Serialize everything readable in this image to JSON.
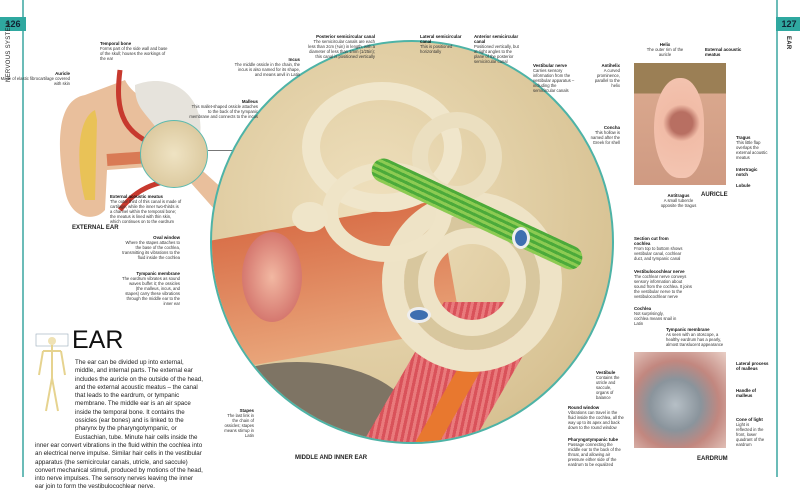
{
  "pages": {
    "left_number": "126",
    "right_number": "127",
    "left_section": "NERVOUS SYSTEM",
    "right_section": "EAR"
  },
  "headings": {
    "main": "EAR",
    "external_ear": "EXTERNAL EAR",
    "middle_inner_ear": "MIDDLE AND INNER EAR",
    "auricle": "AURICLE",
    "eardrum": "EARDRUM"
  },
  "body_text": "The ear can be divided up into external, middle, and internal parts. The external ear includes the auricle on the outside of the head, and the external acoustic meatus – the canal that leads to the eardrum, or tympanic membrane. The middle ear is an air space inside the temporal bone. It contains the ossicles (ear bones) and is linked to the pharynx by the pharyngotympanic, or Eustachian, tube. Minute hair cells inside the inner ear convert vibrations in the fluid within the cochlea into an electrical nerve impulse. Similar hair cells in the vestibular apparatus (the semicircular canals, utricle, and saccule) convert mechanical stimuli, produced by motions of the head, into nerve impulses. The sensory nerves leaving the inner ear join to form the vestibulocochlear nerve.",
  "labels": {
    "temporal_bone": {
      "title": "Temporal bone",
      "desc": "Forms part of the side wall and base of the skull; houses the workings of the ear"
    },
    "auricle": {
      "title": "Auricle",
      "desc": "Made of elastic fibrocartilage covered with skin"
    },
    "malleus": {
      "title": "Malleus",
      "desc": "This mallet-shaped ossicle attaches to the back of the tympanic membrane and connects to the incus"
    },
    "incus": {
      "title": "Incus",
      "desc": "The middle ossicle in the chain, the incus is also named for its shape, and means anvil in Latin"
    },
    "posterior_canal": {
      "title": "Posterior semicircular canal",
      "desc": "The semicircular canals are each less than 2cm (¾in) in length, with a diameter of less than 1mm (1/25in); this canal is positioned vertically"
    },
    "lateral_canal": {
      "title": "Lateral semicircular canal",
      "desc": "This is positioned horizontally"
    },
    "anterior_canal": {
      "title": "Anterior semicircular canal",
      "desc": "Positioned vertically, but at right angles to the plane of the posterior semicircular canal"
    },
    "vestibular_nerve": {
      "title": "Vestibular nerve",
      "desc": "Carries sensory information from the vestibular apparatus – including the semicircular canals"
    },
    "antihelix": {
      "title": "Antihelix",
      "desc": "A curved prominence, parallel to the helix"
    },
    "helix": {
      "title": "Helix",
      "desc": "The outer rim of the auricle"
    },
    "ext_meatus_auricle": {
      "title": "External acoustic meatus",
      "desc": ""
    },
    "concha": {
      "title": "Concha",
      "desc": "This hollow is named after the Greek for shell"
    },
    "tragus": {
      "title": "Tragus",
      "desc": "This little flap overlaps the external acoustic meatus"
    },
    "intertragic": {
      "title": "Intertragic notch",
      "desc": ""
    },
    "lobule": {
      "title": "Lobule",
      "desc": ""
    },
    "antitragus": {
      "title": "Antitragus",
      "desc": "A small tubercle opposite the tragus"
    },
    "ext_meatus": {
      "title": "External acoustic meatus",
      "desc": "The outer third of this canal is made of cartilage, while the inner two-thirds is a channel within the temporal bone; the meatus is lined with thin skin, which continues on to the eardrum"
    },
    "oval_window": {
      "title": "Oval window",
      "desc": "Where the stapes attaches to the base of the cochlea, transmitting its vibrations to the fluid inside the cochlea"
    },
    "tympanic_left": {
      "title": "Tympanic membrane",
      "desc": "The eardrum vibrates as sound waves buffet it; the ossicles (the malleus, incus, and stapes) carry these vibrations through the middle ear to the inner ear"
    },
    "section_cut": {
      "title": "Section cut from cochlea",
      "desc": "From top to bottom shows vestibular canal, cochlear duct, and tympanic canal"
    },
    "vc_nerve": {
      "title": "Vestibulocochlear nerve",
      "desc": "The cochlear nerve conveys sensory information about sound from the cochlea. It joins the vestibular nerve to the vestibulocochlear nerve"
    },
    "cochlea": {
      "title": "Cochlea",
      "desc": "Not surprisingly, cochlea means snail in Latin"
    },
    "tympanic_right": {
      "title": "Tympanic membrane",
      "desc": "As seen with an otoscope, a healthy eardrum has a pearly, almost translucent appearance"
    },
    "lateral_process": {
      "title": "Lateral process of malleus",
      "desc": ""
    },
    "handle": {
      "title": "Handle of malleus",
      "desc": ""
    },
    "cone": {
      "title": "Cone of light",
      "desc": "Light is reflected in the front, lower quadrant of the eardrum"
    },
    "vestibule": {
      "title": "Vestibule",
      "desc": "Contains the utricle and saccule, organs of balance"
    },
    "round_window": {
      "title": "Round window",
      "desc": "Vibrations can travel in the fluid inside the cochlea, all the way up to its apex and back down to the round window"
    },
    "pharyngo": {
      "title": "Pharyngotympanic tube",
      "desc": "Passage connecting the middle ear to the back of the throat, and allowing air pressure either side of the eardrum to be equalized"
    },
    "stapes": {
      "title": "Stapes",
      "desc": "The last link in the chain of ossicles; stapes means stirrup in Latin"
    }
  }
}
